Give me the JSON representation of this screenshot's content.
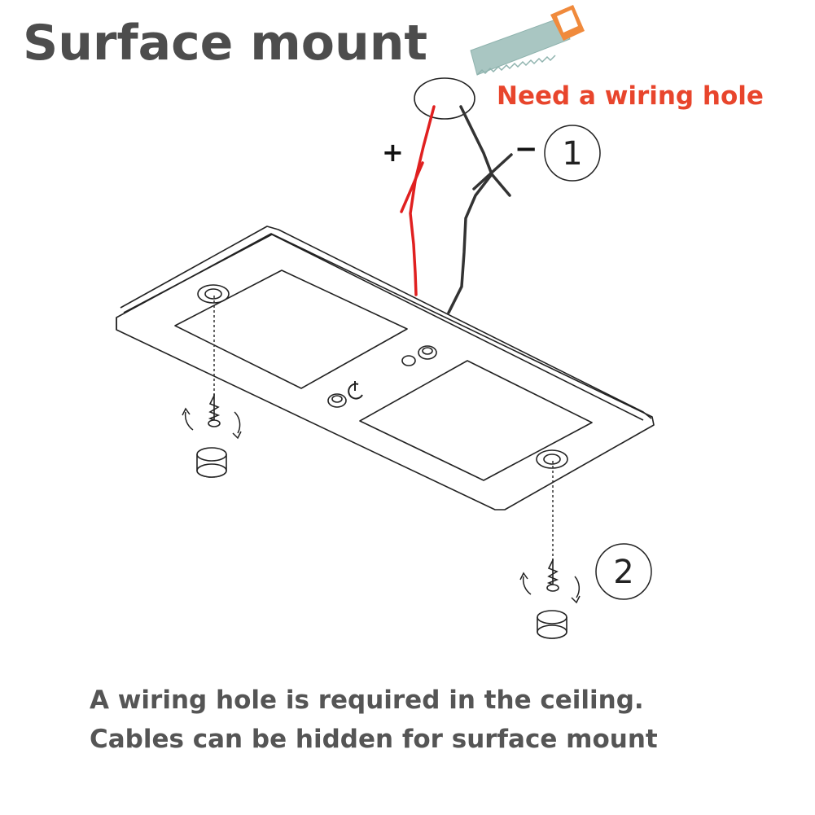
{
  "title": "Surface mount",
  "callout": "Need a wiring hole",
  "wires": {
    "positive_symbol": "+",
    "negative_symbol": "−"
  },
  "steps": [
    "1",
    "2"
  ],
  "caption": {
    "line1": "A wiring hole is required in the ceiling.",
    "line2": "Cables can be hidden for surface mount"
  },
  "colors": {
    "title": "#4d4d4d",
    "caption": "#555555",
    "callout": "#e8452c",
    "positive_wire": "#e02020",
    "negative_wire": "#333333",
    "saw_handle": "#f08a3c",
    "saw_blade": "#a9c6c2"
  },
  "icons": [
    "saw-icon",
    "screw-icon",
    "anchor-icon",
    "rotate-arrow-icon",
    "touch-switch-icon"
  ]
}
